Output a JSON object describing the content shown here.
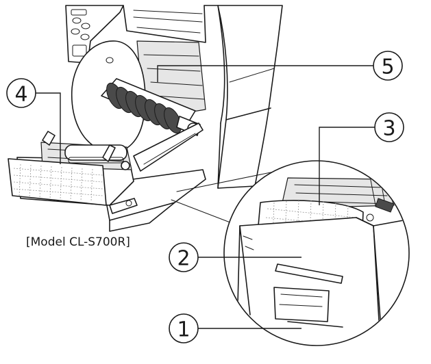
{
  "caption": "[Model CL-S700R]",
  "callouts": [
    {
      "id": "1",
      "label": "1"
    },
    {
      "id": "2",
      "label": "2"
    },
    {
      "id": "3",
      "label": "3"
    },
    {
      "id": "4",
      "label": "4"
    },
    {
      "id": "5",
      "label": "5"
    }
  ],
  "colors": {
    "line": "#1a1a1a",
    "paper": "#ffffff",
    "shade": "#e6e6e6"
  }
}
